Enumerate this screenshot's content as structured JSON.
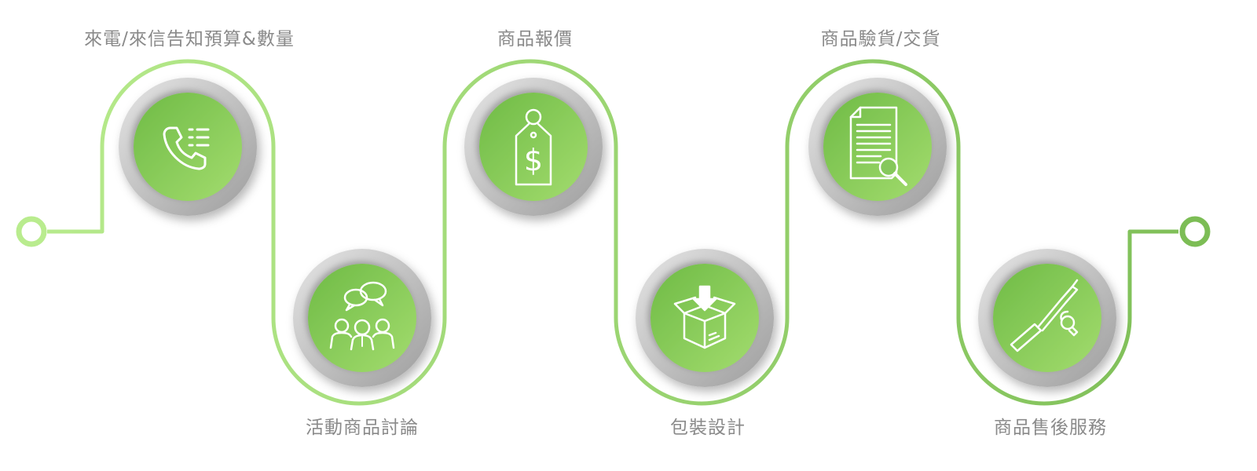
{
  "steps": [
    {
      "label": "來電/來信告知預算&數量",
      "icon": "phone-list-icon"
    },
    {
      "label": "活動商品討論",
      "icon": "group-chat-icon"
    },
    {
      "label": "商品報價",
      "icon": "price-tag-icon"
    },
    {
      "label": "包裝設計",
      "icon": "package-box-icon"
    },
    {
      "label": "商品驗貨/交貨",
      "icon": "document-search-icon"
    },
    {
      "label": "商品售後服務",
      "icon": "screwdriver-icon"
    }
  ],
  "colors": {
    "path_start": "#b9ec8e",
    "path_end": "#7cbd55",
    "circle_light": "#a3dc6e",
    "circle_dark": "#6fbb46",
    "ring_light": "#e6e6e6",
    "ring_dark": "#9d9d9d",
    "label": "#8a8a8a",
    "icon": "#ffffff"
  }
}
